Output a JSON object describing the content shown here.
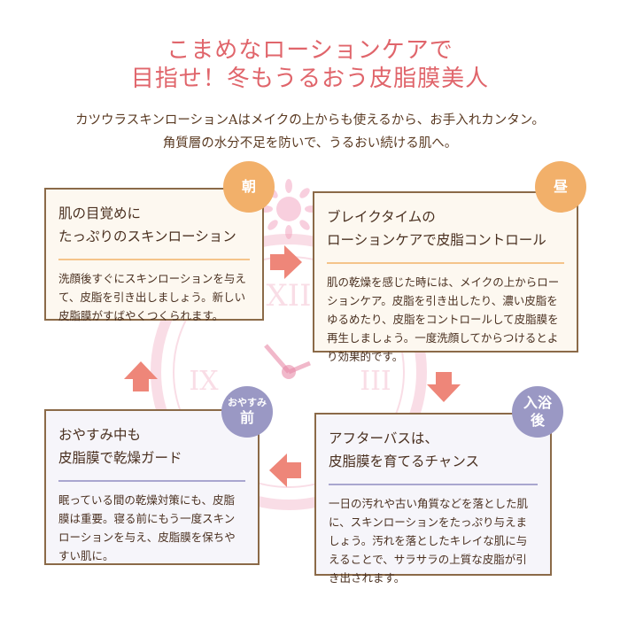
{
  "header": {
    "title_line1": "こまめなローションケアで",
    "title_line2": "目指せ！冬もうるおう皮脂膜美人",
    "intro_line1": "カツウラスキンローションAはメイクの上からも使えるから、お手入れカンタン。",
    "intro_line2": "角質層の水分不足を防いで、うるおい続ける肌へ。"
  },
  "colors": {
    "title": "#e0656b",
    "morning": "#f2b06a",
    "night": "#9a98c4",
    "arrow": "#ee8679"
  },
  "cards": [
    {
      "badge": "朝",
      "title1": "肌の目覚めに",
      "title2": "たっぷりのスキンローション",
      "body": "洗顔後すぐにスキンローションを与えて、皮脂を引き出しましょう。新しい皮脂膜がすばやくつくられます。"
    },
    {
      "badge": "昼",
      "title1": "ブレイクタイムの",
      "title2": "ローションケアで皮脂コントロール",
      "body": "肌の乾燥を感じた時には、メイクの上からローションケア。皮脂を引き出したり、濃い皮脂をゆるめたり、皮脂をコントロールして皮脂膜を再生しましょう。一度洗顔してからつけるとより効果的です。"
    },
    {
      "badge": "入浴",
      "badge2": "後",
      "title1": "アフターバスは、",
      "title2": "皮脂膜を育てるチャンス",
      "body": "一日の汚れや古い角質などを落とした肌に、スキンローションをたっぷり与えましょう。汚れを落としたキレイな肌に与えることで、サラサラの上質な皮脂が引き出されます。"
    },
    {
      "badge": "おやすみ",
      "badge2": "前",
      "title1": "おやすみ中も",
      "title2": "皮脂膜で乾燥ガード",
      "body": "眠っている間の乾燥対策にも、皮脂膜は重要。寝る前にもう一度スキンローションを与え、皮脂膜を保ちやすい肌に。"
    }
  ]
}
